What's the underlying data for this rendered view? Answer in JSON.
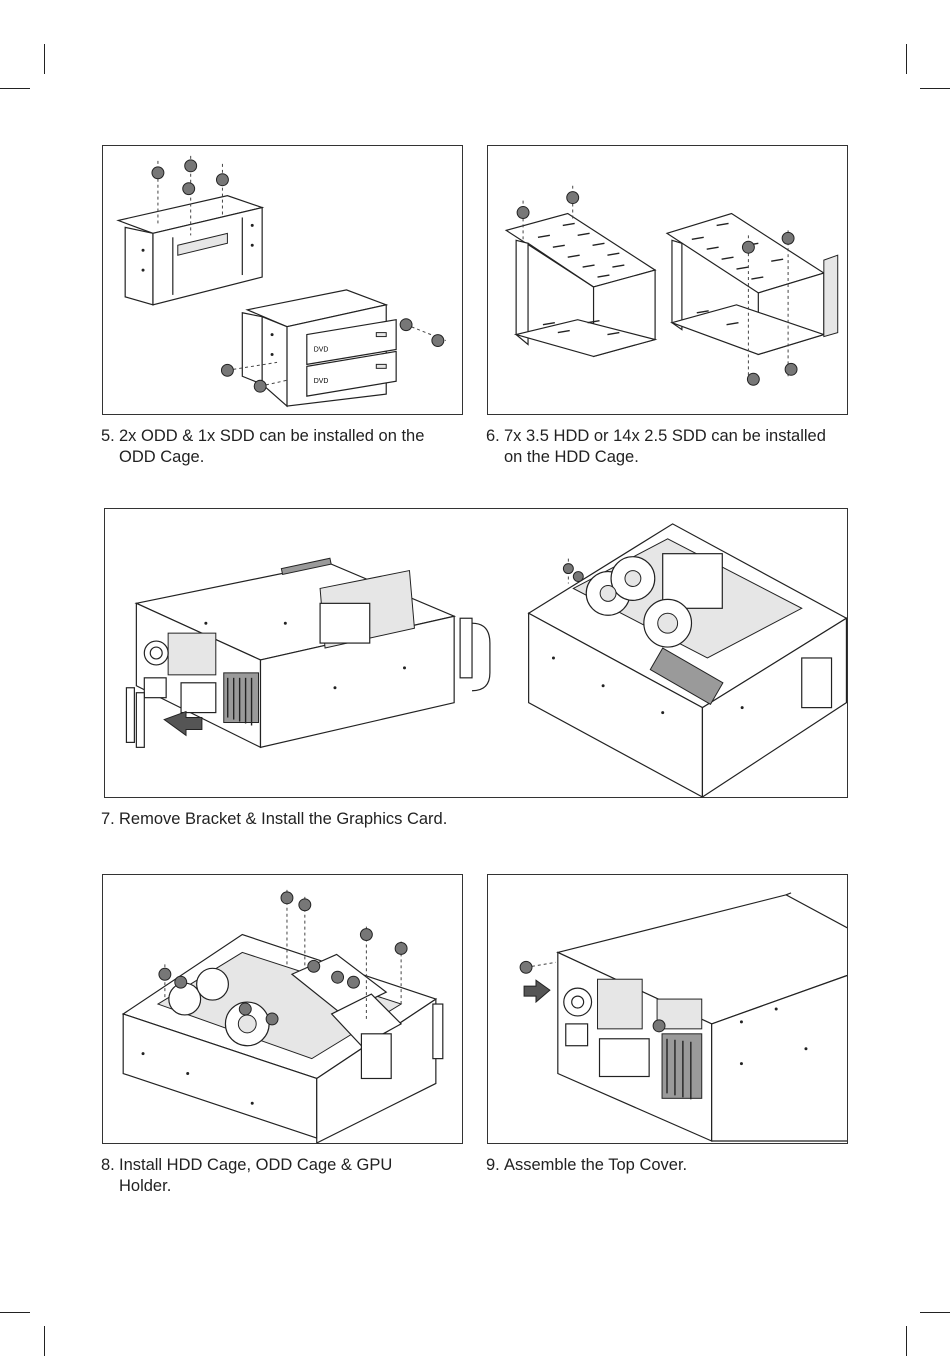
{
  "steps": [
    {
      "number": "5.",
      "line1": "2x ODD & 1x SDD can be installed on the",
      "line2": "ODD Cage."
    },
    {
      "number": "6.",
      "line1": "7x 3.5 HDD or 14x 2.5 SDD can be installed",
      "line2": "on the HDD Cage."
    },
    {
      "number": "7.",
      "line1": "Remove Bracket & Install the Graphics Card.",
      "line2": ""
    },
    {
      "number": "8.",
      "line1": "Install HDD Cage, ODD Cage & GPU",
      "line2": "Holder."
    },
    {
      "number": "9.",
      "line1": "Assemble the Top Cover.",
      "line2": ""
    }
  ],
  "drive_labels": {
    "odd_top": "DVD",
    "odd_bottom": "DVD"
  }
}
